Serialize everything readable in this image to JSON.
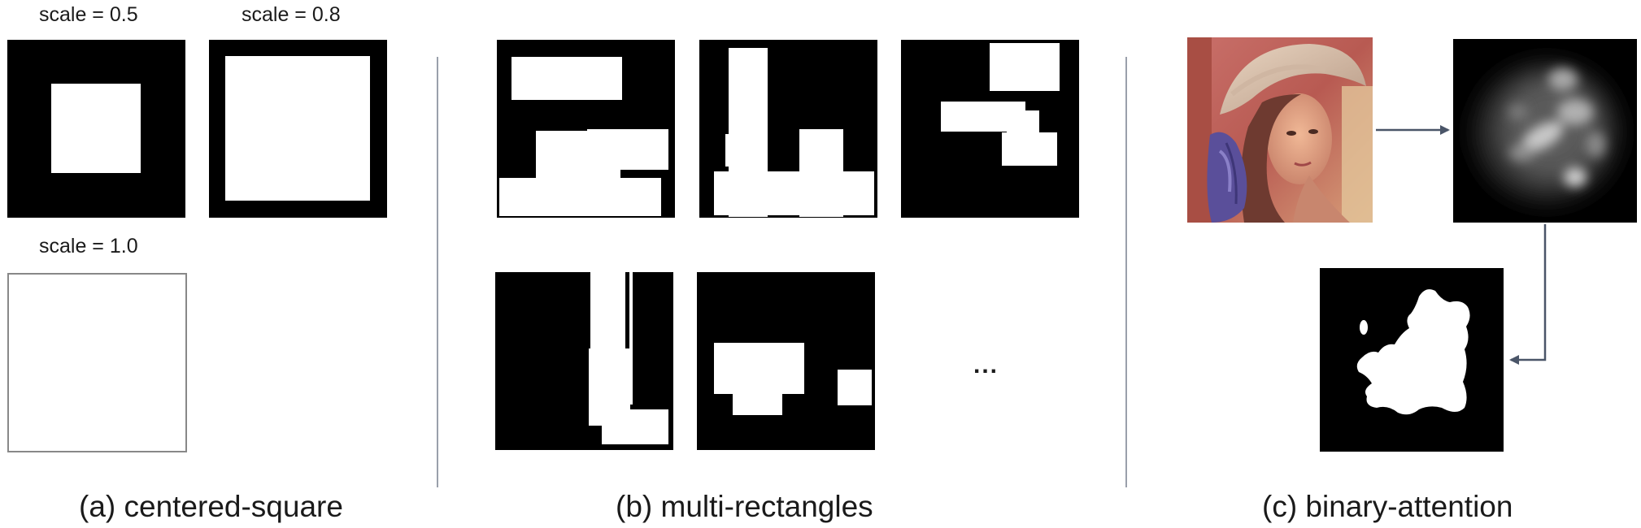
{
  "panel_a": {
    "label_05": "scale = 0.5",
    "label_08": "scale = 0.8",
    "label_10": "scale = 1.0",
    "caption": "(a) centered-square"
  },
  "panel_b": {
    "ellipsis": "...",
    "caption": "(b) multi-rectangles"
  },
  "panel_c": {
    "caption": "(c) binary-attention"
  },
  "colors": {
    "arrow": "#4a5568",
    "divider": "#9aa0ab"
  }
}
